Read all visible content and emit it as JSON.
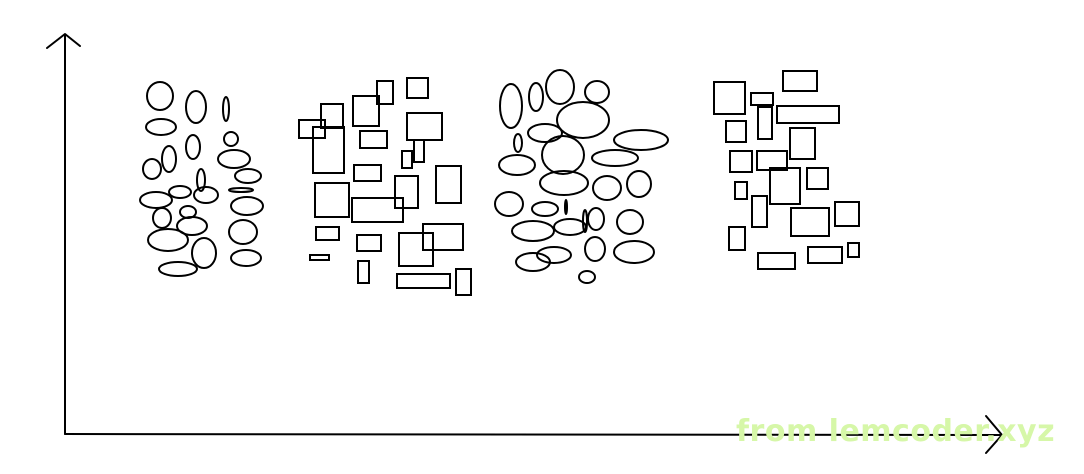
{
  "watermark": {
    "text": "from lemcoder.xyz",
    "color": "#d6f7a8"
  },
  "diagram": {
    "stroke_color": "#000000",
    "background": "#ffffff",
    "axes": {
      "x_arrow": true,
      "y_arrow": true
    },
    "groups": [
      {
        "name": "ellipse-group-1",
        "shape": "ellipse"
      },
      {
        "name": "rectangle-group-1",
        "shape": "rectangle"
      },
      {
        "name": "ellipse-group-2",
        "shape": "ellipse"
      },
      {
        "name": "rectangle-group-2",
        "shape": "rectangle"
      }
    ]
  }
}
